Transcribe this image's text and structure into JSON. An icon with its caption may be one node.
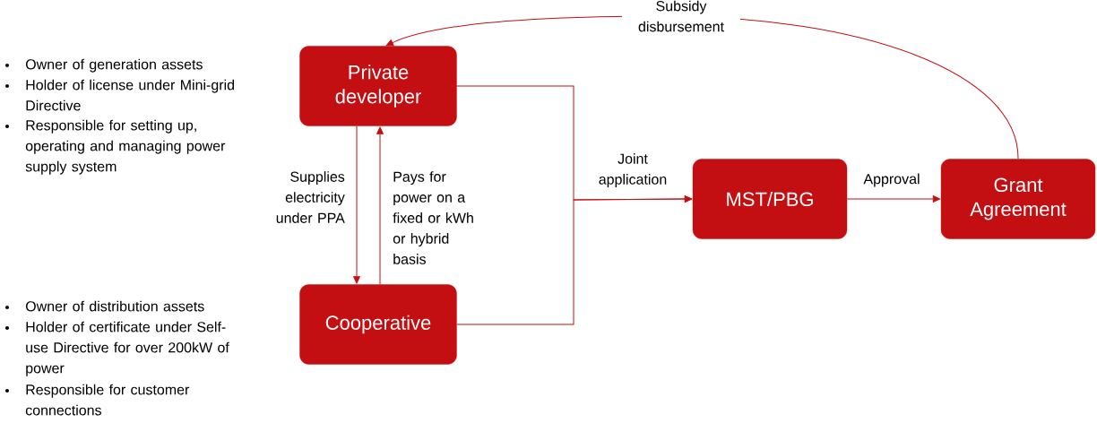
{
  "diagram": {
    "nodes": [
      {
        "text": [
          "Private developer"
        ],
        "beside": [
          "Owner of generation assets",
          "Holder of license under Mini-grid Directive",
          "Responsible for setting up, operating and managing power supply system"
        ]
      },
      {
        "text": [
          "Cooperative"
        ],
        "beside": [
          "Owner of distribution assets",
          "Holder of certificate under Self-use Directive for over 200kW of power",
          "Responsible for customer connections"
        ]
      },
      {
        "text": [
          "MST/PBG"
        ]
      },
      {
        "text": [
          "Grant Agreement"
        ]
      }
    ],
    "edges": [
      {
        "from": 0,
        "to": 1,
        "arrow": "to",
        "label": "Supplies electricity under PPA"
      },
      {
        "from": 1,
        "to": 0,
        "arrow": "to",
        "label": "Pays for power on a fixed or kWh or hybrid basis"
      },
      {
        "from": 0,
        "to": 2,
        "arrow": "to",
        "label": "Joint application"
      },
      {
        "from": 1,
        "to": 2,
        "arrow": "to"
      },
      {
        "from": 2,
        "to": 3,
        "arrow": "to",
        "label": "Approval"
      },
      {
        "from": 3,
        "to": 0,
        "arrow": "to",
        "label": "Subsidy disbursement"
      }
    ]
  }
}
